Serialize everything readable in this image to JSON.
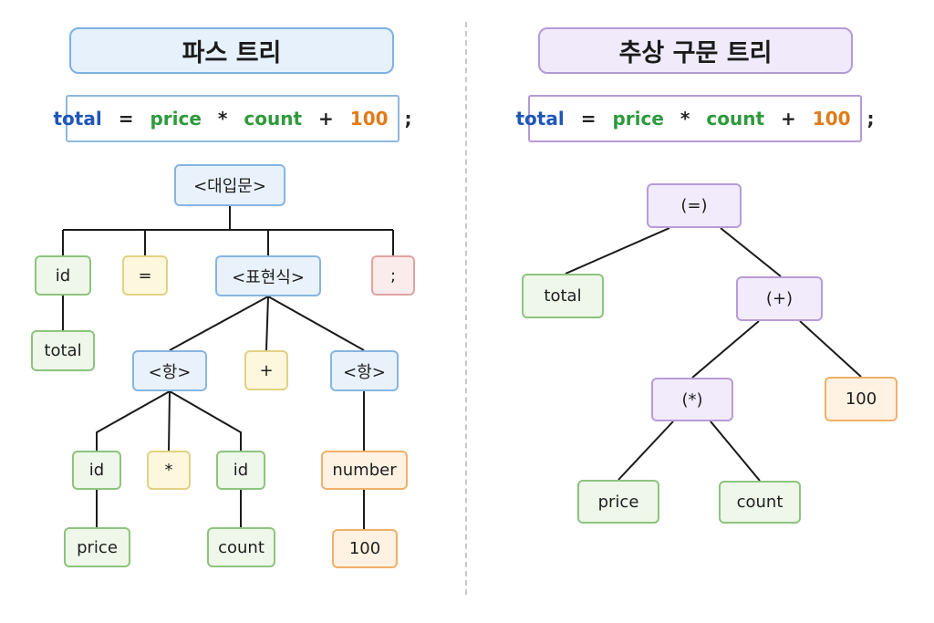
{
  "parse_tree": {
    "title": "파스 트리",
    "expression": [
      "total",
      "=",
      "price",
      "*",
      "count",
      "+",
      "100",
      ";"
    ],
    "nodes": {
      "assignment": "<대입문>",
      "id_total": "id",
      "equals": "=",
      "expression": "<표현식>",
      "semicolon": ";",
      "total": "total",
      "term_left": "<항>",
      "plus": "+",
      "term_right": "<항>",
      "id_price": "id",
      "times": "*",
      "id_count": "id",
      "number": "number",
      "price": "price",
      "count": "count",
      "value_100": "100"
    }
  },
  "ast": {
    "title": "추상 구문 트리",
    "expression": [
      "total",
      "=",
      "price",
      "*",
      "count",
      "+",
      "100",
      ";"
    ],
    "nodes": {
      "assign": "(=)",
      "total": "total",
      "plus": "(+)",
      "times": "(*)",
      "value_100": "100",
      "price": "price",
      "count": "count"
    }
  }
}
